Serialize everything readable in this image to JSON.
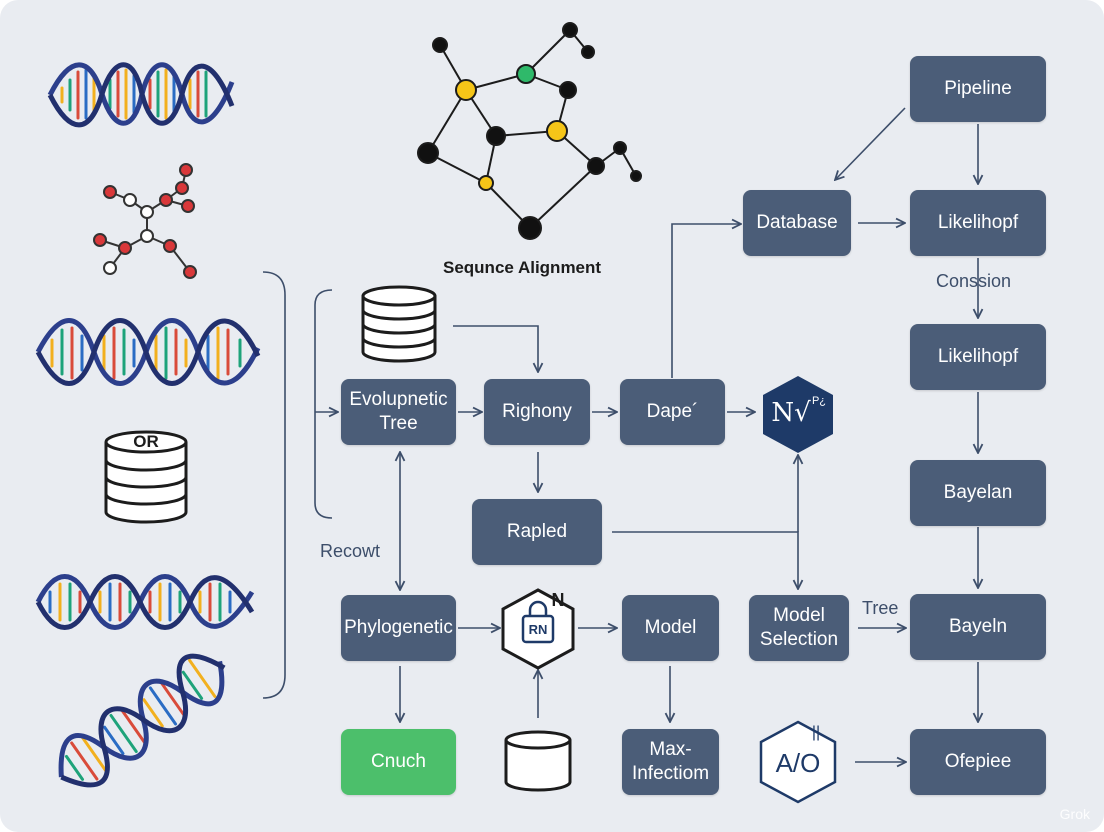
{
  "diagram": {
    "title": "Sequnce Alignment",
    "nodes": {
      "pipeline": "Pipeline",
      "database": "Database",
      "likelihood_1": "Likelihopf",
      "likelihood_2": "Likelihopf",
      "bayelan": "Bayelan",
      "bayeln": "Bayeln",
      "ofepiee": "Ofepiee",
      "evolutionary_tree": "Evolupnetic Tree",
      "righony": "Righony",
      "dape": "Dape´",
      "rapled": "Rapled",
      "phylogenetic": "Phylogenetic",
      "model": "Model",
      "model_selection": "Model Selection",
      "max_infection": "Max-Infectiom",
      "cnuch": "Cnuch"
    },
    "edge_labels": {
      "conssion": "Conssion",
      "recowt": "Recowt",
      "tree": "Tree"
    },
    "icon_text": {
      "hex_top_main": "N√",
      "hex_top_sup": "P¿",
      "hex_mid_rn": "RN",
      "hex_mid_n": "N",
      "hex_bottom": "A/O",
      "hex_bottom_top": "||",
      "database_or": "OR"
    }
  },
  "watermark": "Grok",
  "colors": {
    "background": "#e9ecf1",
    "node": "#4b5d78",
    "node_green": "#4cbf6b",
    "arrow": "#3d4e6a",
    "hex_dark": "#1e3a68",
    "dna_blue": "#2c3f8c"
  }
}
